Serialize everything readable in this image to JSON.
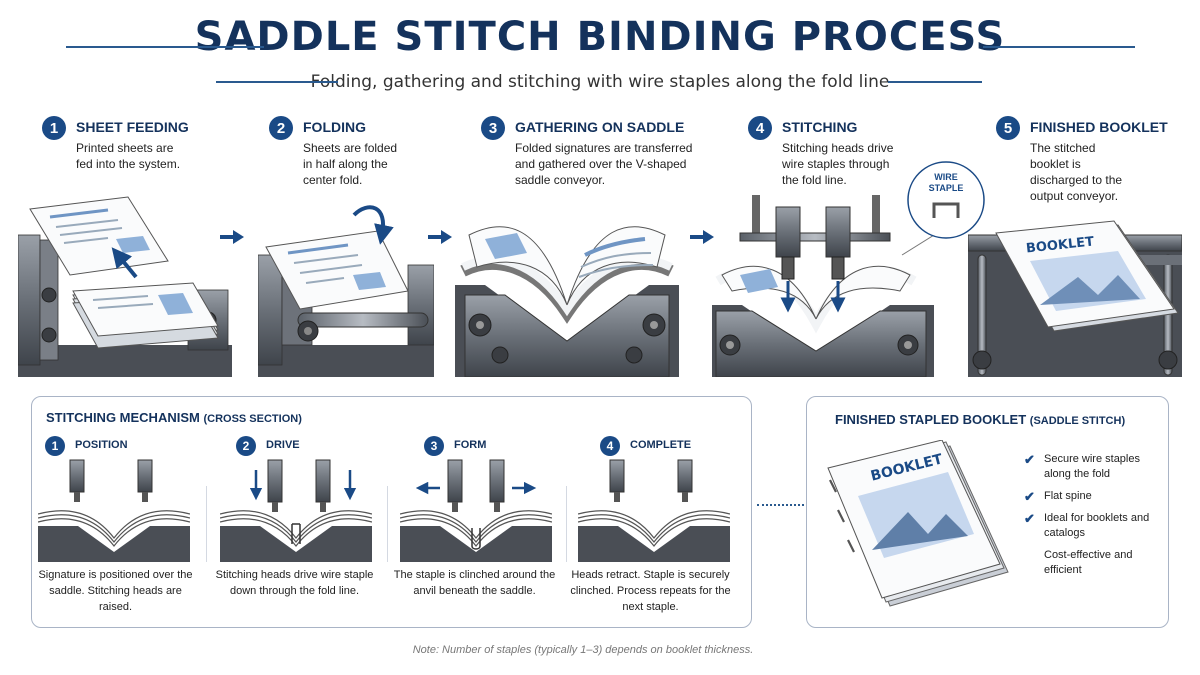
{
  "title": "SADDLE STITCH BINDING PROCESS",
  "subtitle": "Folding, gathering and stitching with wire staples along the fold line",
  "steps": [
    {
      "num": "1",
      "title": "SHEET FEEDING",
      "desc": "Printed sheets are fed into the system."
    },
    {
      "num": "2",
      "title": "FOLDING",
      "desc": "Sheets are folded in half along the center fold."
    },
    {
      "num": "3",
      "title": "GATHERING ON SADDLE",
      "desc": "Folded signatures are transferred and gathered over the V-shaped saddle conveyor."
    },
    {
      "num": "4",
      "title": "STITCHING",
      "desc": "Stitching heads drive wire staples through the fold line."
    },
    {
      "num": "5",
      "title": "FINISHED BOOKLET",
      "desc": "The stitched booklet is discharged to the output conveyor."
    }
  ],
  "wire_staple_callout": {
    "line1": "WIRE",
    "line2": "STAPLE"
  },
  "booklet_cover_text": "BOOKLET",
  "mechanism": {
    "title": "STITCHING MECHANISM",
    "title_suffix": "(CROSS SECTION)",
    "steps": [
      {
        "num": "1",
        "title": "POSITION",
        "desc": "Signature is positioned over the saddle. Stitching heads are raised."
      },
      {
        "num": "2",
        "title": "DRIVE",
        "desc": "Stitching heads drive wire staple down through the fold line."
      },
      {
        "num": "3",
        "title": "FORM",
        "desc": "The staple is clinched around the anvil beneath the saddle."
      },
      {
        "num": "4",
        "title": "COMPLETE",
        "desc": "Heads retract. Staple is securely clinched. Process repeats for the next staple."
      }
    ]
  },
  "finished": {
    "title": "FINISHED STAPLED BOOKLET",
    "title_suffix": "(SADDLE STITCH)",
    "booklet_label": "BOOKLET",
    "benefits": [
      "Secure wire staples along the fold",
      "Flat spine",
      "Ideal for booklets and catalogs",
      "Cost-effective and efficient"
    ]
  },
  "note": "Note: Number of staples (typically 1–3) depends on booklet thickness.",
  "colors": {
    "accent": "#1a4a86",
    "title": "#14325c",
    "machine": "#5a5e66",
    "page_blue": "#8fb1d9"
  }
}
